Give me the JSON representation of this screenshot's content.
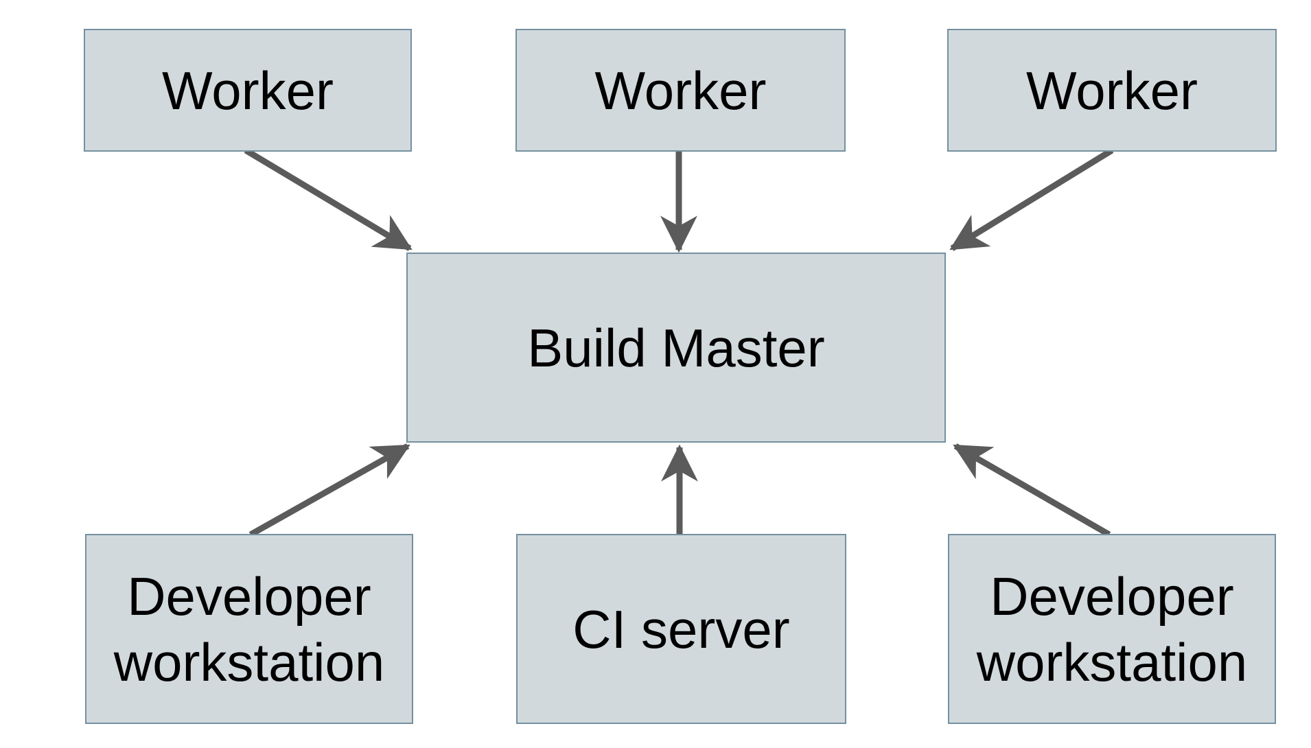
{
  "diagram": {
    "type": "architecture-diagram",
    "nodes": {
      "worker1": {
        "label": "Worker"
      },
      "worker2": {
        "label": "Worker"
      },
      "worker3": {
        "label": "Worker"
      },
      "build_master": {
        "label": "Build Master"
      },
      "dev_workstation_left": {
        "label": "Developer workstation"
      },
      "ci_server": {
        "label": "CI server"
      },
      "dev_workstation_right": {
        "label": "Developer workstation"
      }
    },
    "edges": [
      {
        "from": "worker1",
        "to": "build_master",
        "arrow": "into-top-left"
      },
      {
        "from": "worker2",
        "to": "build_master",
        "arrow": "into-top-center"
      },
      {
        "from": "worker3",
        "to": "build_master",
        "arrow": "into-top-right"
      },
      {
        "from": "dev_workstation_left",
        "to": "build_master",
        "arrow": "into-bottom-left"
      },
      {
        "from": "ci_server",
        "to": "build_master",
        "arrow": "into-bottom-center"
      },
      {
        "from": "dev_workstation_right",
        "to": "build_master",
        "arrow": "into-bottom-right"
      }
    ],
    "colors": {
      "background": "#ffffff",
      "node_fill": "#d2d9dd",
      "node_border": "#74909f",
      "arrow": "#5b5b5b",
      "text": "#000000"
    }
  }
}
